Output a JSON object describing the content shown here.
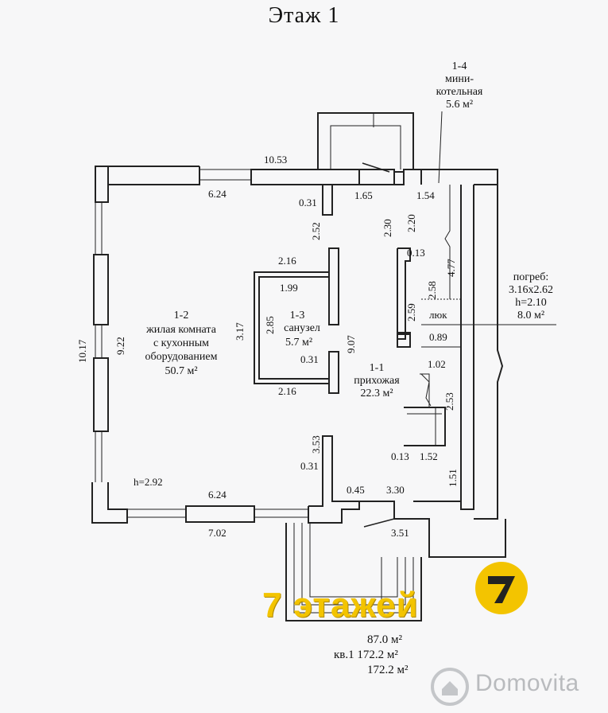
{
  "title": "Этаж 1",
  "rooms": [
    {
      "id": "1-1",
      "name": "прихожая",
      "area": "22.3 м²"
    },
    {
      "id": "1-2",
      "name_lines": [
        "жилая комната",
        "с кухонным",
        "оборудованием"
      ],
      "area": "50.7 м²"
    },
    {
      "id": "1-3",
      "name": "санузел",
      "area": "5.7 м²"
    },
    {
      "id": "1-4",
      "name_lines": [
        "мини-",
        "котельная"
      ],
      "area": "5.6 м²"
    }
  ],
  "cellar": {
    "label": "погреб:",
    "size": "3.16x2.62",
    "height": "h=2.10",
    "area": "8.0 м²"
  },
  "hatch": "люк",
  "ceiling_height": "h=2.92",
  "dimensions": {
    "d10_53": "10.53",
    "d6_24_top": "6.24",
    "d0_31_a": "0.31",
    "d1_65": "1.65",
    "d1_54": "1.54",
    "d2_52": "2.52",
    "d2_30": "2.30",
    "d2_20": "2.20",
    "d0_13_a": "0.13",
    "d4_77": "4.77",
    "d2_58": "2.58",
    "d2_16_a": "2.16",
    "d1_99": "1.99",
    "d10_17": "10.17",
    "d9_22": "9.22",
    "d3_17": "3.17",
    "d2_85": "2.85",
    "d9_07": "9.07",
    "d2_59": "2.59",
    "d0_89": "0.89",
    "d0_31_b": "0.31",
    "d1_02": "1.02",
    "d2_16_b": "2.16",
    "d2_53": "2.53",
    "d3_53": "3.53",
    "d0_13_b": "0.13",
    "d1_52": "1.52",
    "d0_31_c": "0.31",
    "d1_51": "1.51",
    "d6_24_bottom": "6.24",
    "d0_45": "0.45",
    "d3_30": "3.30",
    "d7_02": "7.02",
    "d3_51": "3.51"
  },
  "totals": {
    "line1": "87.0  м²",
    "line2": "кв.1 172.2 м²",
    "line3": "172.2 м²"
  },
  "watermarks": {
    "brand": "7 этажей",
    "site": "Domovita"
  }
}
